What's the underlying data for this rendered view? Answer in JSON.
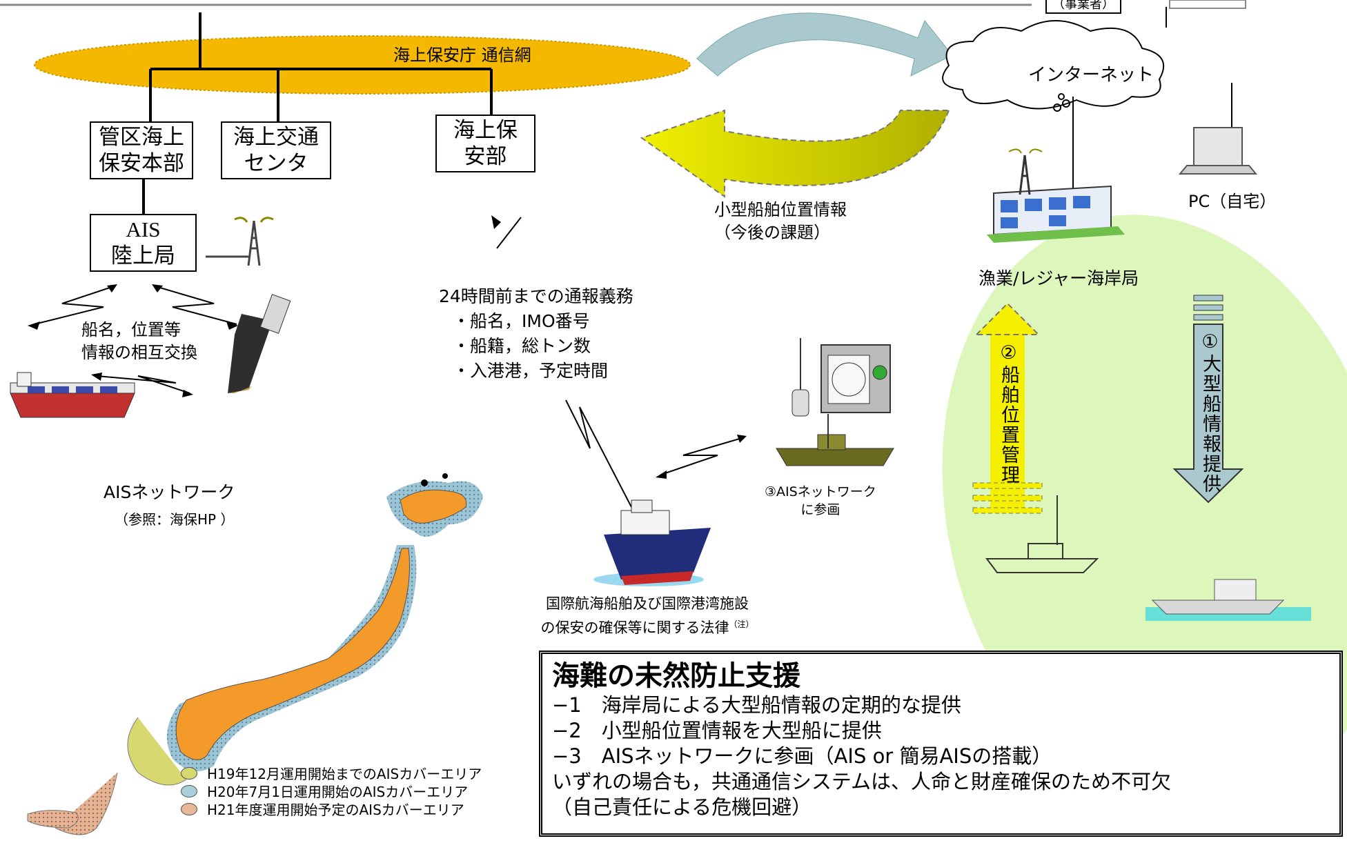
{
  "network": {
    "label": "海上保安庁 通信網"
  },
  "boxes": {
    "kanku": "管区海上\n保安本部",
    "traffic": "海上交通\nセンタ",
    "hoanbu": "海上保\n安部",
    "ais_station": "AIS\n陸上局",
    "operator": "（事業者）"
  },
  "internet": {
    "label": "インターネット"
  },
  "pc": {
    "label": "PC（自宅）"
  },
  "coast_station": {
    "label": "漁業/レジャー海岸局"
  },
  "small_ship_info": {
    "label": "小型船舶位置情報\n（今後の課題）"
  },
  "exchange": {
    "label": "船名，位置等\n情報の相互交換"
  },
  "report": {
    "title": "24時間前までの通報義務",
    "items": [
      "・船名，IMO番号",
      "・船籍，総トン数",
      "・入港港，予定時間"
    ]
  },
  "join_ais": {
    "label": "③AISネットワーク\nに参画"
  },
  "law": {
    "label": "国際航海船舶及び国際港湾施設\nの保安の確保等に関する法律",
    "note": "（注）"
  },
  "arrows": {
    "position_mgmt": "②船舶位置管理",
    "large_ship_info": "①大型船情報提供"
  },
  "ais_network": {
    "title": "AISネットワーク",
    "source": "（参照：海保HP ）"
  },
  "legend": [
    {
      "label": "H19年12月運用開始までのAISカバーエリア",
      "color": "#d8d870"
    },
    {
      "label": "H20年7月1日運用開始のAISカバーエリア",
      "color": "#a8d0d8"
    },
    {
      "label": "H21年度運用開始予定のAISカバーエリア",
      "color": "#e8b898"
    }
  ],
  "support": {
    "title": "海難の未然防止支援",
    "lines": [
      "−1　海岸局による大型船情報の定期的な提供",
      "−2　小型船位置情報を大型船に提供",
      "−3　AISネットワークに参画（AIS or 簡易AISの搭載）",
      "いずれの場合も，共通通信システムは、人命と財産確保のため不可欠",
      "（自己責任による危機回避）"
    ]
  },
  "colors": {
    "network": "#f5b800",
    "green_zone": "#d6f5b0",
    "yellow_arrow": "#f5f000",
    "blue_arrow": "#a9c9cf"
  }
}
